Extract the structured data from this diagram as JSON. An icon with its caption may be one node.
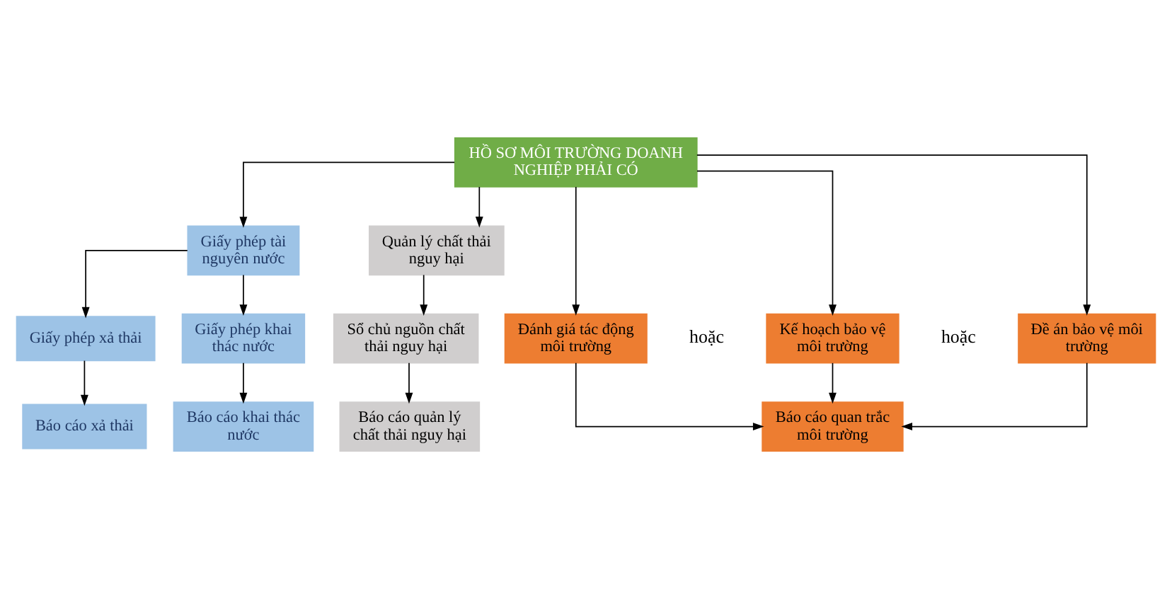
{
  "diagram": {
    "nodes": [
      {
        "text": [
          "HỒ SƠ MÔI TRƯỜNG DOANH NGHIỆP PHẢI CÓ"
        ]
      },
      {
        "text": [
          "Giấy phép tài nguyên nước"
        ]
      },
      {
        "text": [
          "Quản lý chất thải nguy hại"
        ]
      },
      {
        "text": [
          "Đánh giá tác động môi trường"
        ]
      },
      {
        "text": [
          "Kế hoạch bảo vệ môi trường"
        ]
      },
      {
        "text": [
          "Đề án bảo vệ môi trường"
        ]
      },
      {
        "text": [
          "Giấy phép xả thải"
        ]
      },
      {
        "text": [
          "Giấy phép khai thác nước"
        ]
      },
      {
        "text": [
          "Sổ chủ nguồn chất thải nguy hại"
        ]
      },
      {
        "text": [
          "Báo cáo quan trắc môi trường"
        ]
      },
      {
        "text": [
          "Báo cáo xả thải"
        ]
      },
      {
        "text": [
          "Báo cáo khai thác nước"
        ]
      },
      {
        "text": [
          "Báo cáo quản lý chất thải nguy hại"
        ]
      }
    ],
    "edges": [
      {
        "from": 0,
        "to": 3,
        "arrow": "to"
      },
      {
        "from": 0,
        "to": 4,
        "arrow": "to"
      },
      {
        "from": 0,
        "to": 5,
        "arrow": "to"
      },
      {
        "from": 0,
        "to": 1,
        "arrow": "to"
      },
      {
        "from": 0,
        "to": 2,
        "arrow": "to"
      },
      {
        "from": 1,
        "to": 6,
        "arrow": "to"
      },
      {
        "from": 1,
        "to": 7,
        "arrow": "to"
      },
      {
        "from": 2,
        "to": 8,
        "arrow": "to"
      },
      {
        "from": 3,
        "to": 9,
        "arrow": "to"
      },
      {
        "from": 4,
        "to": 9,
        "arrow": "to"
      },
      {
        "from": 5,
        "to": 9,
        "arrow": "to"
      },
      {
        "from": 6,
        "to": 10,
        "arrow": "to"
      },
      {
        "from": 7,
        "to": 11,
        "arrow": "to"
      },
      {
        "from": 8,
        "to": 12,
        "arrow": "to"
      }
    ],
    "labels": [
      "hoặc",
      "hoặc"
    ]
  }
}
